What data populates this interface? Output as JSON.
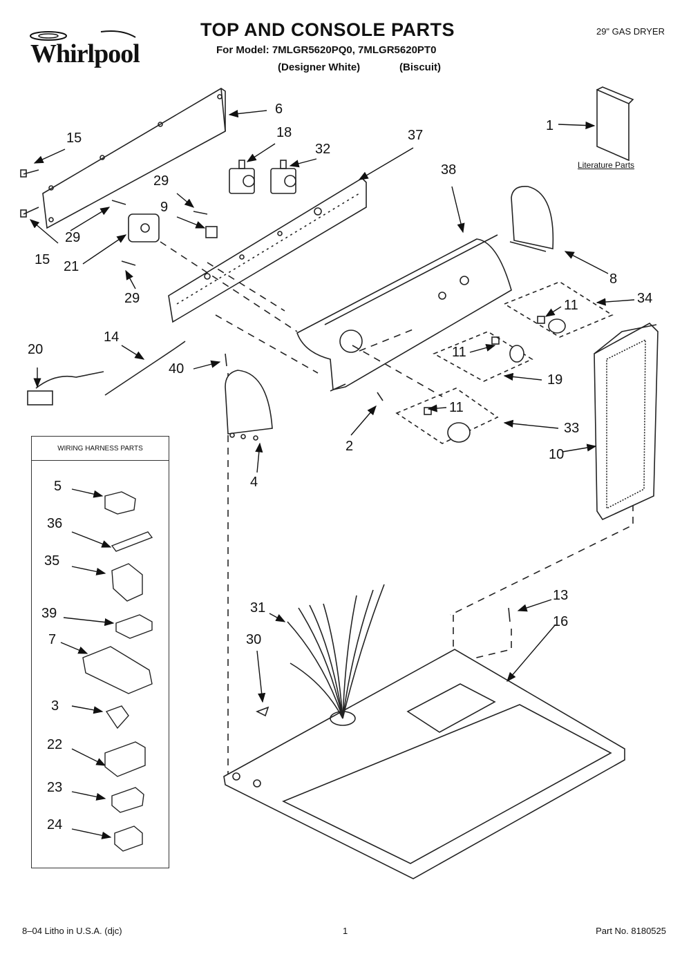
{
  "header": {
    "brand": "Whirlpool",
    "title": "TOP AND CONSOLE PARTS",
    "model_line": "For Model: 7MLGR5620PQ0, 7MLGR5620PT0",
    "variant_1": "(Designer White)",
    "variant_2": "(Biscuit)",
    "dryer_type": "29\" GAS DRYER"
  },
  "literature_label": "Literature Parts",
  "harness_box_title": "WIRING HARNESS PARTS",
  "callouts": {
    "c1": "1",
    "c2": "2",
    "c3": "3",
    "c4": "4",
    "c5": "5",
    "c6": "6",
    "c7": "7",
    "c8": "8",
    "c9": "9",
    "c10": "10",
    "c11a": "11",
    "c11b": "11",
    "c11c": "11",
    "c13": "13",
    "c14": "14",
    "c15a": "15",
    "c15b": "15",
    "c16": "16",
    "c18": "18",
    "c19": "19",
    "c20": "20",
    "c21": "21",
    "c22": "22",
    "c23": "23",
    "c24": "24",
    "c29a": "29",
    "c29b": "29",
    "c29c": "29",
    "c30": "30",
    "c31": "31",
    "c32": "32",
    "c33": "33",
    "c34": "34",
    "c35": "35",
    "c36": "36",
    "c37": "37",
    "c38": "38",
    "c39": "39",
    "c40": "40"
  },
  "footer": {
    "left": "8–04 Litho in U.S.A. (djc)",
    "page": "1",
    "part_no": "Part No. 8180525"
  }
}
